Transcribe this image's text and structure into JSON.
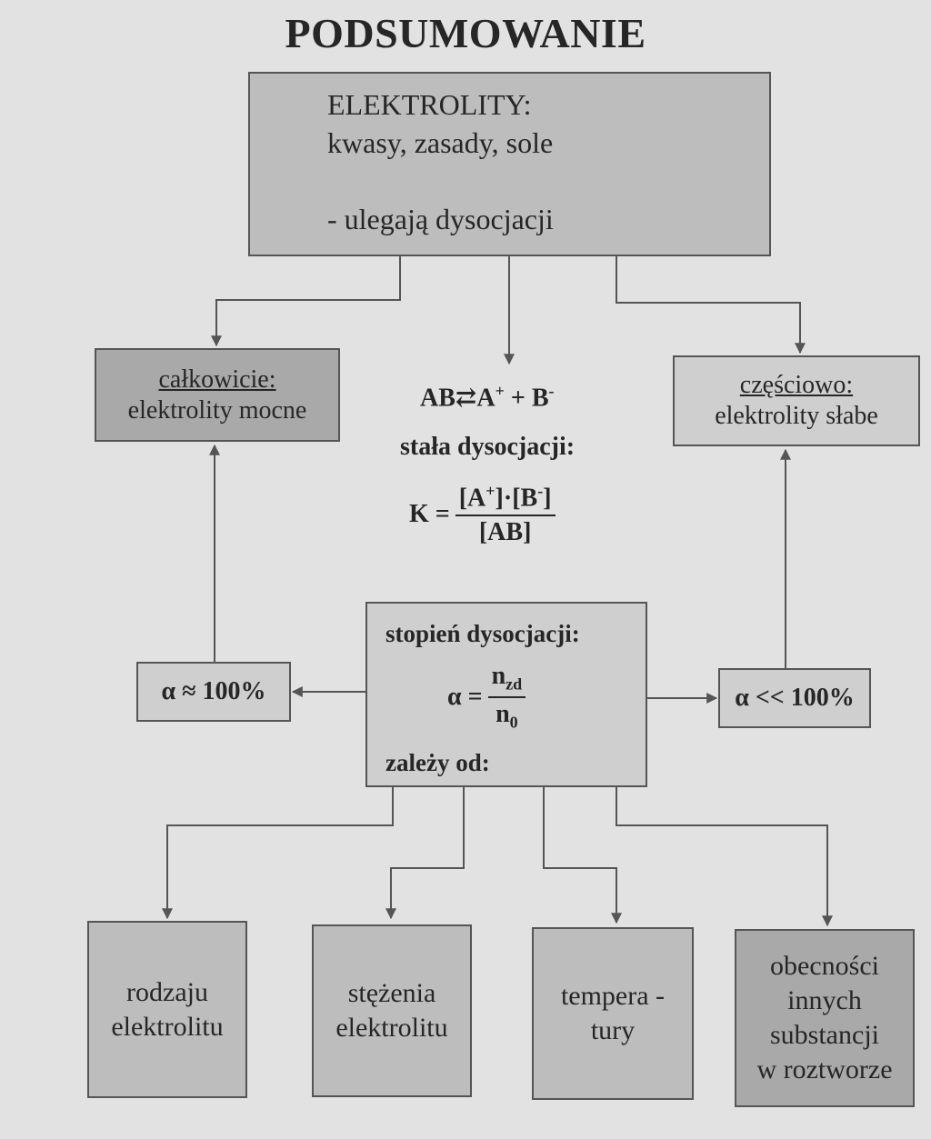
{
  "title": "PODSUMOWANIE",
  "top": {
    "line1": "ELEKTROLITY:",
    "line2": "kwasy, zasady, sole",
    "line3": "- ulegają dysocjacji"
  },
  "left_box": {
    "heading": "całkowicie:",
    "text": "elektrolity mocne"
  },
  "right_box": {
    "heading": "częściowo:",
    "text": "elektrolity słabe"
  },
  "equation": {
    "lhs": "AB",
    "arrows": "⇄",
    "cation": "A",
    "cation_charge": "+",
    "plus": " + ",
    "anion": "B",
    "anion_charge": "-"
  },
  "constant": {
    "label": "stała dysocjacji:",
    "lhs": "K =",
    "num_a": "[A",
    "num_a_charge": "+",
    "num_dot": "]·[B",
    "num_b_charge": "-",
    "num_close": "]",
    "den": "[AB]"
  },
  "degree": {
    "label": "stopień dysocjacji:",
    "lhs": "α =",
    "num": "n",
    "num_sub": "zd",
    "den": "n",
    "den_sub": "0",
    "depends": "zależy od:"
  },
  "alpha_strong": "α ≈ 100%",
  "alpha_weak": "α << 100%",
  "factors": [
    {
      "line1": "rodzaju",
      "line2": "elektrolitu"
    },
    {
      "line1": "stężenia",
      "line2": "elektrolitu"
    },
    {
      "line1": "tempera -",
      "line2": "tury"
    },
    {
      "line1": "obecności",
      "line2": "innych",
      "line3": "substancji",
      "line4": "w roztworze"
    }
  ]
}
